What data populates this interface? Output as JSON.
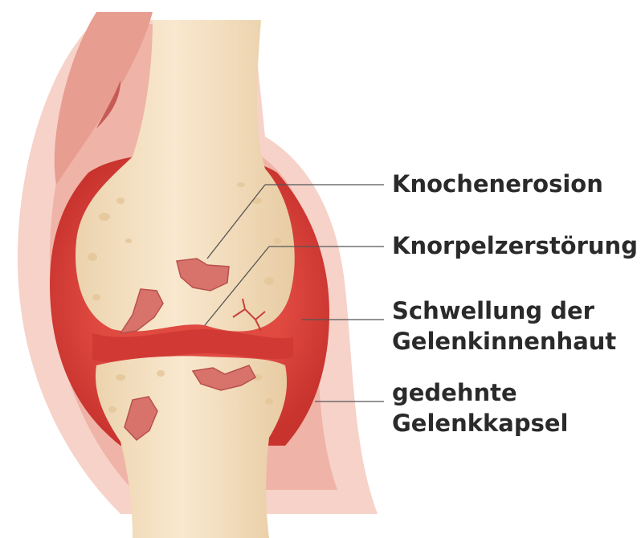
{
  "figure": {
    "labels": [
      {
        "lines": [
          "Knochenerosion"
        ]
      },
      {
        "lines": [
          "Knorpelzerstörung"
        ]
      },
      {
        "lines": [
          "Schwellung der",
          "Gelenkinnenhaut"
        ]
      },
      {
        "lines": [
          "gedehnte",
          "Gelenkkapsel"
        ]
      }
    ],
    "colors": {
      "capsule_outer": "#f6d2c9",
      "capsule_inner": "#efb3a7",
      "synovium": "#d9433c",
      "synovium_dark": "#c23530",
      "bone": "#f6e2c6",
      "bone_shade": "#ead0aa",
      "erosion": "#d8736c",
      "leader_line": "#555555",
      "text": "#2a2a2a"
    }
  }
}
